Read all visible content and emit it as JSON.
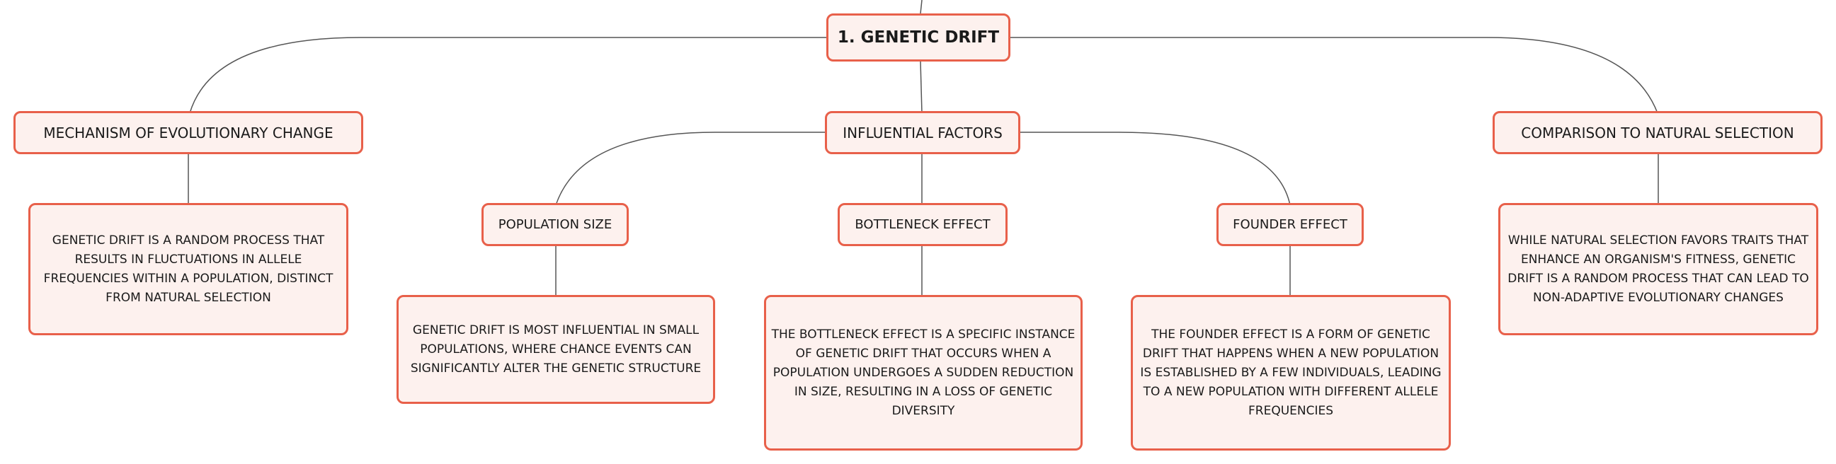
{
  "root": {
    "label": "1. GENETIC DRIFT"
  },
  "branches": [
    {
      "label": "MECHANISM OF EVOLUTIONARY CHANGE",
      "text": "GENETIC DRIFT IS A RANDOM PROCESS THAT RESULTS IN FLUCTUATIONS IN ALLELE FREQUENCIES WITHIN A POPULATION, DISTINCT FROM NATURAL SELECTION"
    },
    {
      "label": "INFLUENTIAL FACTORS",
      "children": [
        {
          "label": "POPULATION SIZE",
          "text": "GENETIC DRIFT IS MOST INFLUENTIAL IN SMALL POPULATIONS, WHERE CHANCE EVENTS CAN SIGNIFICANTLY ALTER THE GENETIC STRUCTURE"
        },
        {
          "label": "BOTTLENECK EFFECT",
          "text": "THE BOTTLENECK EFFECT IS A SPECIFIC INSTANCE OF GENETIC DRIFT THAT OCCURS WHEN A POPULATION UNDERGOES A SUDDEN REDUCTION IN SIZE, RESULTING IN A LOSS OF GENETIC DIVERSITY"
        },
        {
          "label": "FOUNDER EFFECT",
          "text": "THE FOUNDER EFFECT IS A FORM OF GENETIC DRIFT THAT HAPPENS WHEN A NEW POPULATION IS ESTABLISHED BY A FEW INDIVIDUALS, LEADING TO A NEW POPULATION WITH DIFFERENT ALLELE FREQUENCIES"
        }
      ]
    },
    {
      "label": "COMPARISON TO NATURAL SELECTION",
      "text": "WHILE NATURAL SELECTION FAVORS TRAITS THAT ENHANCE AN ORGANISM'S FITNESS, GENETIC DRIFT IS A RANDOM PROCESS THAT CAN LEAD TO NON-ADAPTIVE EVOLUTIONARY CHANGES"
    }
  ],
  "colors": {
    "node_border": "#e8604a",
    "node_fill": "#fdf1ee",
    "connector": "#555555"
  }
}
